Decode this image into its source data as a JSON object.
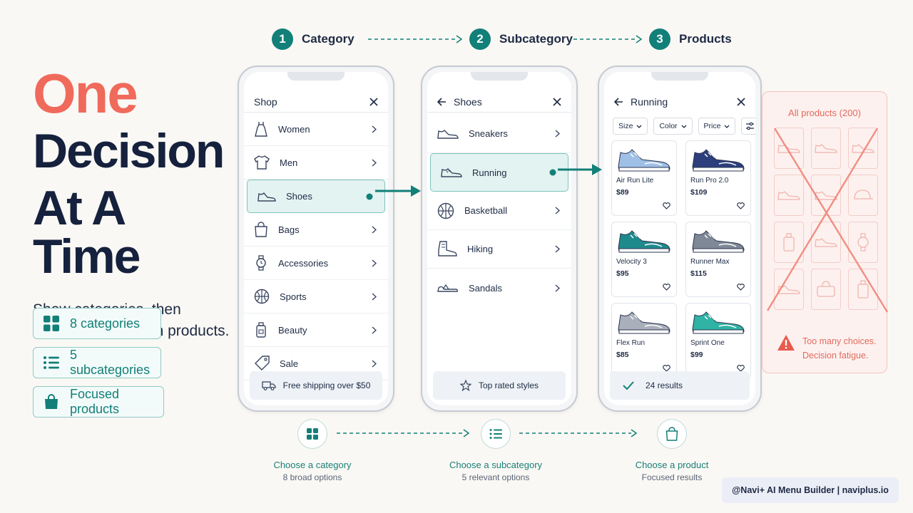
{
  "hero": {
    "line1": "One",
    "line2": "Decision",
    "line3": "At A Time",
    "subtitle": "Show categories, then subcategories, then products."
  },
  "pills": [
    {
      "label": "8 categories",
      "icon": "grid-icon"
    },
    {
      "label": "5 subcategories",
      "icon": "list-icon"
    },
    {
      "label": "Focused products",
      "icon": "bag-icon"
    }
  ],
  "steps": [
    {
      "num": "1",
      "label": "Category"
    },
    {
      "num": "2",
      "label": "Subcategory"
    },
    {
      "num": "3",
      "label": "Products"
    }
  ],
  "phone1": {
    "title": "Shop",
    "items": [
      {
        "label": "Women",
        "icon": "dress-icon"
      },
      {
        "label": "Men",
        "icon": "shirt-icon"
      },
      {
        "label": "Shoes",
        "icon": "shoe-icon",
        "active": true
      },
      {
        "label": "Bags",
        "icon": "bag-icon"
      },
      {
        "label": "Accessories",
        "icon": "watch-icon"
      },
      {
        "label": "Sports",
        "icon": "ball-icon"
      },
      {
        "label": "Beauty",
        "icon": "bottle-icon"
      },
      {
        "label": "Sale",
        "icon": "tag-icon"
      }
    ],
    "footer": "Free shipping over $50"
  },
  "phone2": {
    "title": "Shoes",
    "items": [
      {
        "label": "Sneakers",
        "icon": "sneaker-icon"
      },
      {
        "label": "Running",
        "icon": "running-shoe-icon",
        "active": true
      },
      {
        "label": "Basketball",
        "icon": "basketball-icon"
      },
      {
        "label": "Hiking",
        "icon": "boot-icon"
      },
      {
        "label": "Sandals",
        "icon": "sandal-icon"
      }
    ],
    "footer": "Top rated styles"
  },
  "phone3": {
    "title": "Running",
    "filters": [
      "Size",
      "Color",
      "Price"
    ],
    "products": [
      {
        "name": "Air Run Lite",
        "price": "$89",
        "color": "#9fc0e6"
      },
      {
        "name": "Run Pro 2.0",
        "price": "$109",
        "color": "#2c3f7c"
      },
      {
        "name": "Velocity 3",
        "price": "$95",
        "color": "#1f8a8c"
      },
      {
        "name": "Runner Max",
        "price": "$115",
        "color": "#7e8896"
      },
      {
        "name": "Flex Run",
        "price": "$85",
        "color": "#a9b0bc"
      },
      {
        "name": "Sprint One",
        "price": "$99",
        "color": "#2fb3a5"
      }
    ],
    "footer": "24 results"
  },
  "all_products": {
    "title": "All products (200)",
    "warning_line1": "Too many choices.",
    "warning_line2": "Decision fatigue."
  },
  "bottom": [
    {
      "title": "Choose a category",
      "sub": "8 broad options",
      "icon": "grid-icon"
    },
    {
      "title": "Choose a subcategory",
      "sub": "5 relevant options",
      "icon": "list-icon"
    },
    {
      "title": "Choose a product",
      "sub": "Focused results",
      "icon": "bag-icon"
    }
  ],
  "brand": "@Navi+ AI Menu Builder | naviplus.io",
  "colors": {
    "accent": "#127f78",
    "coral": "#f06a5b",
    "navy": "#15213d"
  }
}
